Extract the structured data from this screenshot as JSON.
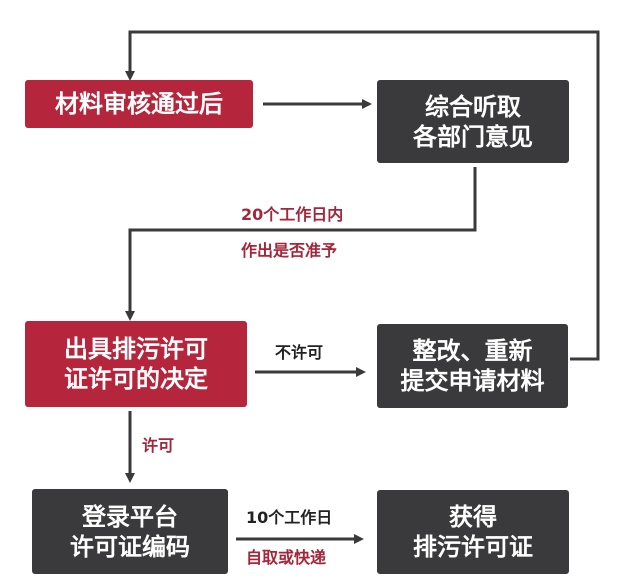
{
  "colors": {
    "primary": "#b5263d",
    "secondary": "#3a3a3c",
    "line": "#3a3a3c",
    "label_red": "#a3263a",
    "label_dark": "#222222"
  },
  "nodes": {
    "materials_approved": {
      "lines": [
        "材料审核通过后"
      ]
    },
    "dept_opinions": {
      "lines": [
        "综合听取",
        "各部门意见"
      ]
    },
    "permit_decision": {
      "lines": [
        "出具排污许可",
        "证许可的决定"
      ]
    },
    "rectify": {
      "lines": [
        "整改、重新",
        "提交申请材料"
      ]
    },
    "register_code": {
      "lines": [
        "登录平台",
        "许可证编码"
      ]
    },
    "obtain_permit": {
      "lines": [
        "获得",
        "排污许可证"
      ]
    }
  },
  "labels": {
    "decision_time": "20个工作日内",
    "decision_text": "作出是否准予",
    "not_permitted": "不许可",
    "permitted": "许可",
    "delivery_time": "10个工作日",
    "delivery_method": "自取或快递"
  }
}
